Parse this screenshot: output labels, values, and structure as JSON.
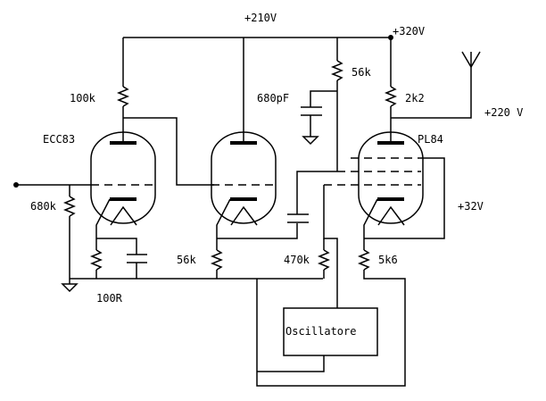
{
  "title": "Tube amplifier with oscillator schematic",
  "supply": {
    "rail_210": "+210V",
    "rail_320": "+320V",
    "output_220": "+220 V",
    "screen_32": "+32V"
  },
  "tubes": [
    {
      "id": "v1",
      "label": "ECC83"
    },
    {
      "id": "v2",
      "label": ""
    },
    {
      "id": "v3",
      "label": "PL84"
    }
  ],
  "components": {
    "r_anode_v1": "100k",
    "r_grid_v1": "680k",
    "r_cathode_v1": "100R",
    "r_cathode_v2": "56k",
    "c_filter": "680pF",
    "r_divider": "56k",
    "r_anode_v3": "2k2",
    "r_grid_v3": "470k",
    "r_cathode_v3": "5k6"
  },
  "blocks": {
    "oscillator": "Oscillatore"
  }
}
